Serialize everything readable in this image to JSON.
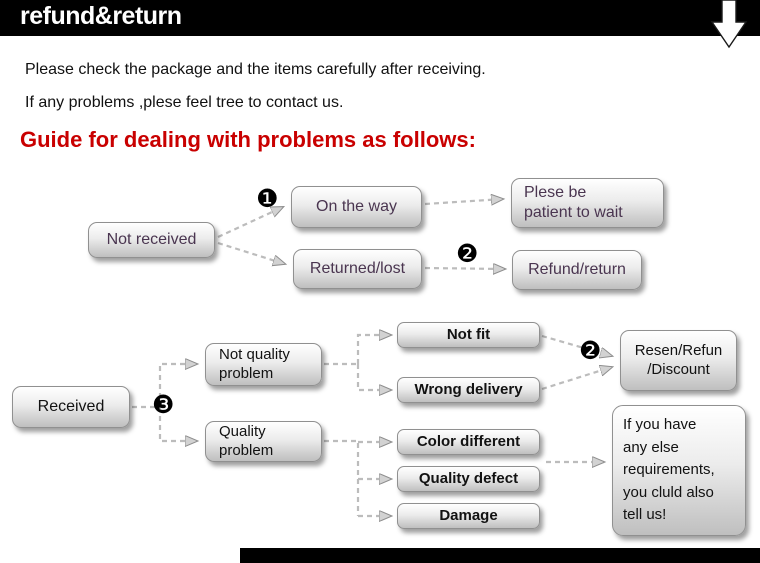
{
  "banner": {
    "title": "refund&return"
  },
  "intro": {
    "line1": "Please check the package and the items carefully after receiving.",
    "line2": "If any problems ,plese feel tree to contact us.",
    "heading": "Guide for dealing with problems as follows:"
  },
  "flow1": {
    "not_received": "Not received",
    "badge1": "❶",
    "on_the_way": "On the way",
    "returned_lost": "Returned/lost",
    "badge2": "❷",
    "please_wait": "Plese be\npatient to wait",
    "refund_return": "Refund/return"
  },
  "flow2": {
    "received": "Received",
    "badge3": "❸",
    "not_quality_problem": "Not quality\nproblem",
    "quality_problem": "Quality\nproblem",
    "not_fit": "Not fit",
    "wrong_delivery": "Wrong delivery",
    "badge2": "❷",
    "resend_refund_discount": "Resen/Refun\n/Discount",
    "color_different": "Color different",
    "quality_defect": "Quality defect",
    "damage": "Damage",
    "note": "If you have\nany else\nrequirements,\nyou cluld also\ntell us!"
  },
  "colors": {
    "banner_bg": "#000000",
    "heading_red": "#c90000",
    "flow1_text": "#4a3550",
    "connector_gray": "#bcbcbc"
  }
}
